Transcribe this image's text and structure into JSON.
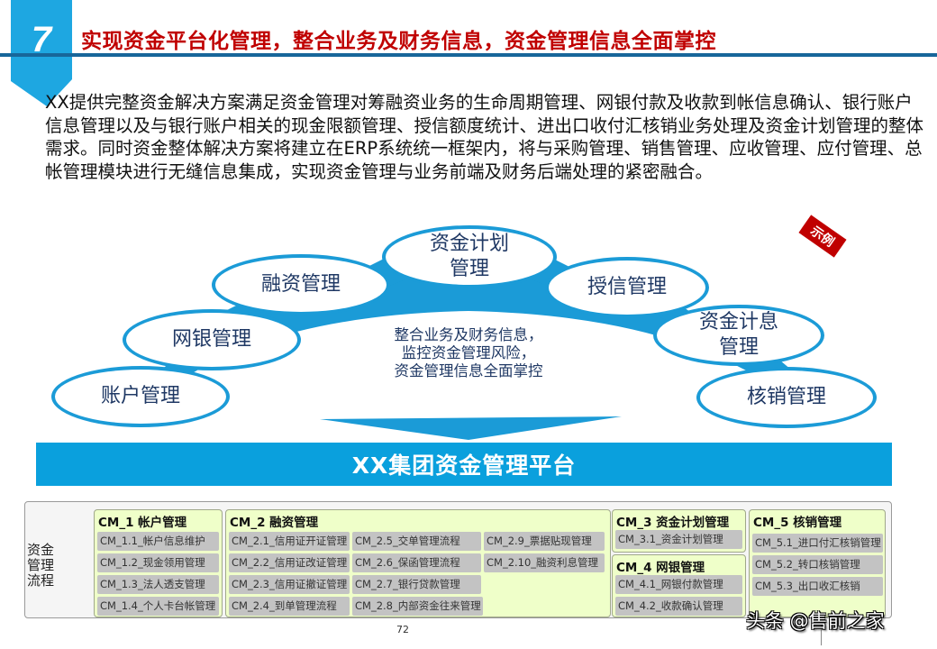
{
  "header": {
    "section_number": "7",
    "title": "实现资金平台化管理，整合业务及财务信息，资金管理信息全面掌控",
    "accent_color": "#1ea7e1",
    "title_color": "#c00000",
    "rule_color": "#17669a"
  },
  "description": "XX提供完整资金解决方案满足资金管理对筹融资业务的生命周期管理、网银付款及收款到帐信息确认、银行账户信息管理以及与银行账户相关的现金限额管理、授信额度统计、进出口收付汇核销业务处理及资金计划管理的整体需求。同时资金整体解决方案将建立在ERP系统统一框架内，将与采购管理、销售管理、应收管理、应付管理、总帐管理模块进行无缝信息集成，实现资金管理与业务前端及财务后端处理的紧密融合。",
  "diagram": {
    "stamp": "示例",
    "ovals": [
      {
        "label": "账户管理"
      },
      {
        "label": "网银管理"
      },
      {
        "label": "融资管理"
      },
      {
        "label": "资金计划\n管理"
      },
      {
        "label": "授信管理"
      },
      {
        "label": "资金计息\n管理"
      },
      {
        "label": "核销管理"
      }
    ],
    "center_lines": [
      "整合业务及财务信息，",
      "监控资金管理风险，",
      "资金管理信息全面掌控"
    ],
    "platform_label": "XX集团资金管理平台",
    "flow_color": "#1b9bd7"
  },
  "process": {
    "label": "资金\n管理\n流程",
    "groups": [
      {
        "title": "CM_1 帐户管理",
        "items": [
          "CM_1.1_帐户信息维护",
          "CM_1.2_现金领用管理",
          "CM_1.3_法人透支管理",
          "CM_1.4_个人卡台帐管理"
        ]
      },
      {
        "title": "CM_2 融资管理",
        "items": [
          "CM_2.1_信用证开证管理",
          "CM_2.2_信用证改证管理",
          "CM_2.3_信用证撤证管理",
          "CM_2.4_到单管理流程",
          "CM_2.5_交单管理流程",
          "CM_2.6_保函管理流程",
          "CM_2.7_银行贷款管理",
          "CM_2.8_内部资金往来管理",
          "CM_2.9_票据贴现管理",
          "CM_2.10_融资利息管理"
        ]
      },
      {
        "title": "CM_3 资金计划管理",
        "items": [
          "CM_3.1_资金计划管理"
        ]
      },
      {
        "title": "CM_4 网银管理",
        "items": [
          "CM_4.1_网银付款管理",
          "CM_4.2_收款确认管理"
        ]
      },
      {
        "title": "CM_5 核销管理",
        "items": [
          "CM_5.1_进口付汇核销管理",
          "CM_5.2_转口核销管理",
          "CM_5.3_出口收汇核销"
        ]
      }
    ]
  },
  "footer": {
    "page_number": "72",
    "watermark": "头条 @售前之家"
  }
}
